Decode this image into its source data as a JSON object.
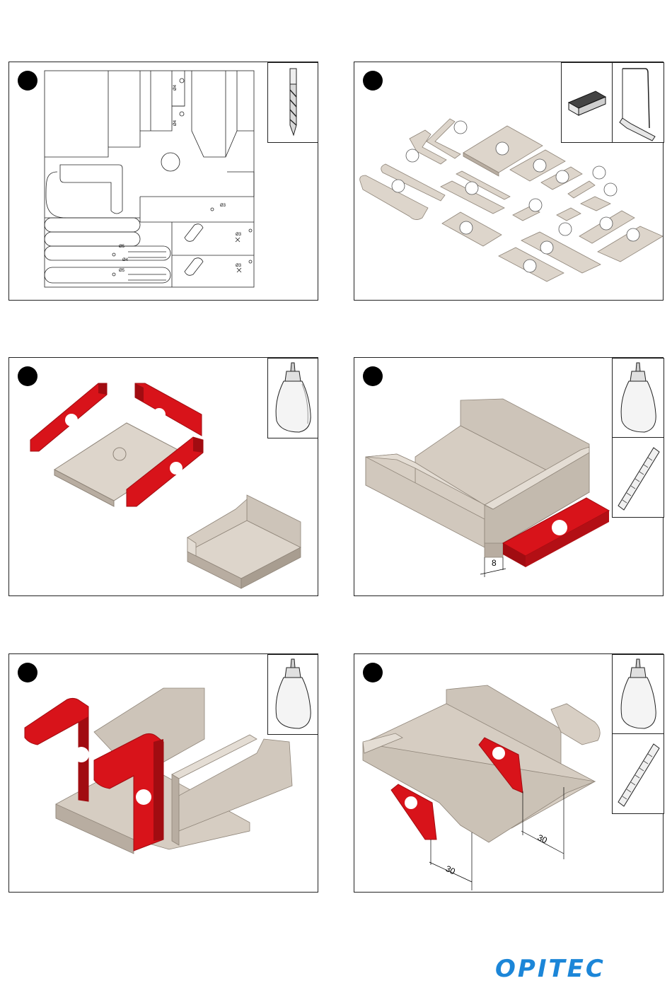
{
  "steps": [
    {
      "tool": "drill-icon",
      "template_labels": {
        "d4_a": "Ø4",
        "d4_b": "Ø4",
        "d3_a": "Ø3",
        "d3_b": "Ø3",
        "d3_c": "Ø3",
        "d5_a": "Ø5",
        "d4_c": "Ø4",
        "d5_b": "Ø5"
      }
    },
    {
      "tools": [
        "sanding-block-icon",
        "fret-saw-icon"
      ]
    },
    {
      "tool": "glue-bottle-icon"
    },
    {
      "tools": [
        "glue-bottle-icon",
        "ruler-icon"
      ],
      "dimension": "8"
    },
    {
      "tool": "glue-bottle-icon"
    },
    {
      "tools": [
        "glue-bottle-icon",
        "ruler-icon"
      ],
      "dimension_a": "30",
      "dimension_b": "30"
    }
  ],
  "brand": {
    "logo_text": "OPITEC",
    "color": "#1c86d8"
  },
  "colors": {
    "wood": "#ddd5cb",
    "wood_dark": "#b8ada1",
    "red": "#d8131a",
    "red_dark": "#a10c11"
  }
}
